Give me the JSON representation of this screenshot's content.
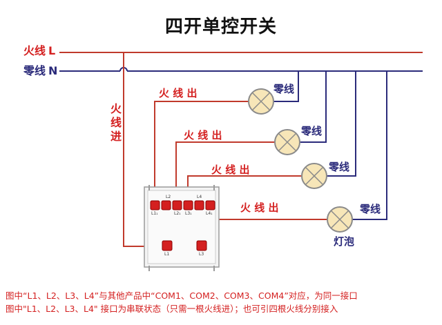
{
  "title": "四开单控开关",
  "live_line": {
    "label": "火线",
    "letter": "L",
    "color": "#d42020"
  },
  "neutral_line": {
    "label": "零线",
    "letter": "N",
    "color": "#2a2a7a"
  },
  "live_in_label": "火\n线\n进",
  "lamp_outputs": [
    {
      "live_out_label": "火 线 出",
      "neutral_label": "零线"
    },
    {
      "live_out_label": "火 线 出",
      "neutral_label": "零线"
    },
    {
      "live_out_label": "火 线 出",
      "neutral_label": "零线"
    },
    {
      "live_out_label": "火 线 出",
      "neutral_label": "零线"
    }
  ],
  "bulb_label": "灯泡",
  "switch_terminals": {
    "top": [
      "L2",
      "L4"
    ],
    "top_sub": [
      "L1₁",
      "L2₁",
      "L3₁",
      "L4₁"
    ],
    "bottom": [
      "L1",
      "L3"
    ]
  },
  "captions": [
    "图中“L1、L2、L3、L4”与其他产品中“COM1、COM2、COM3、COM4”对应，为同一接口",
    "图中\"L1、L2、L3、L4\" 接口为串联状态（只需一根火线进）；也可引四根火线分别接入"
  ]
}
